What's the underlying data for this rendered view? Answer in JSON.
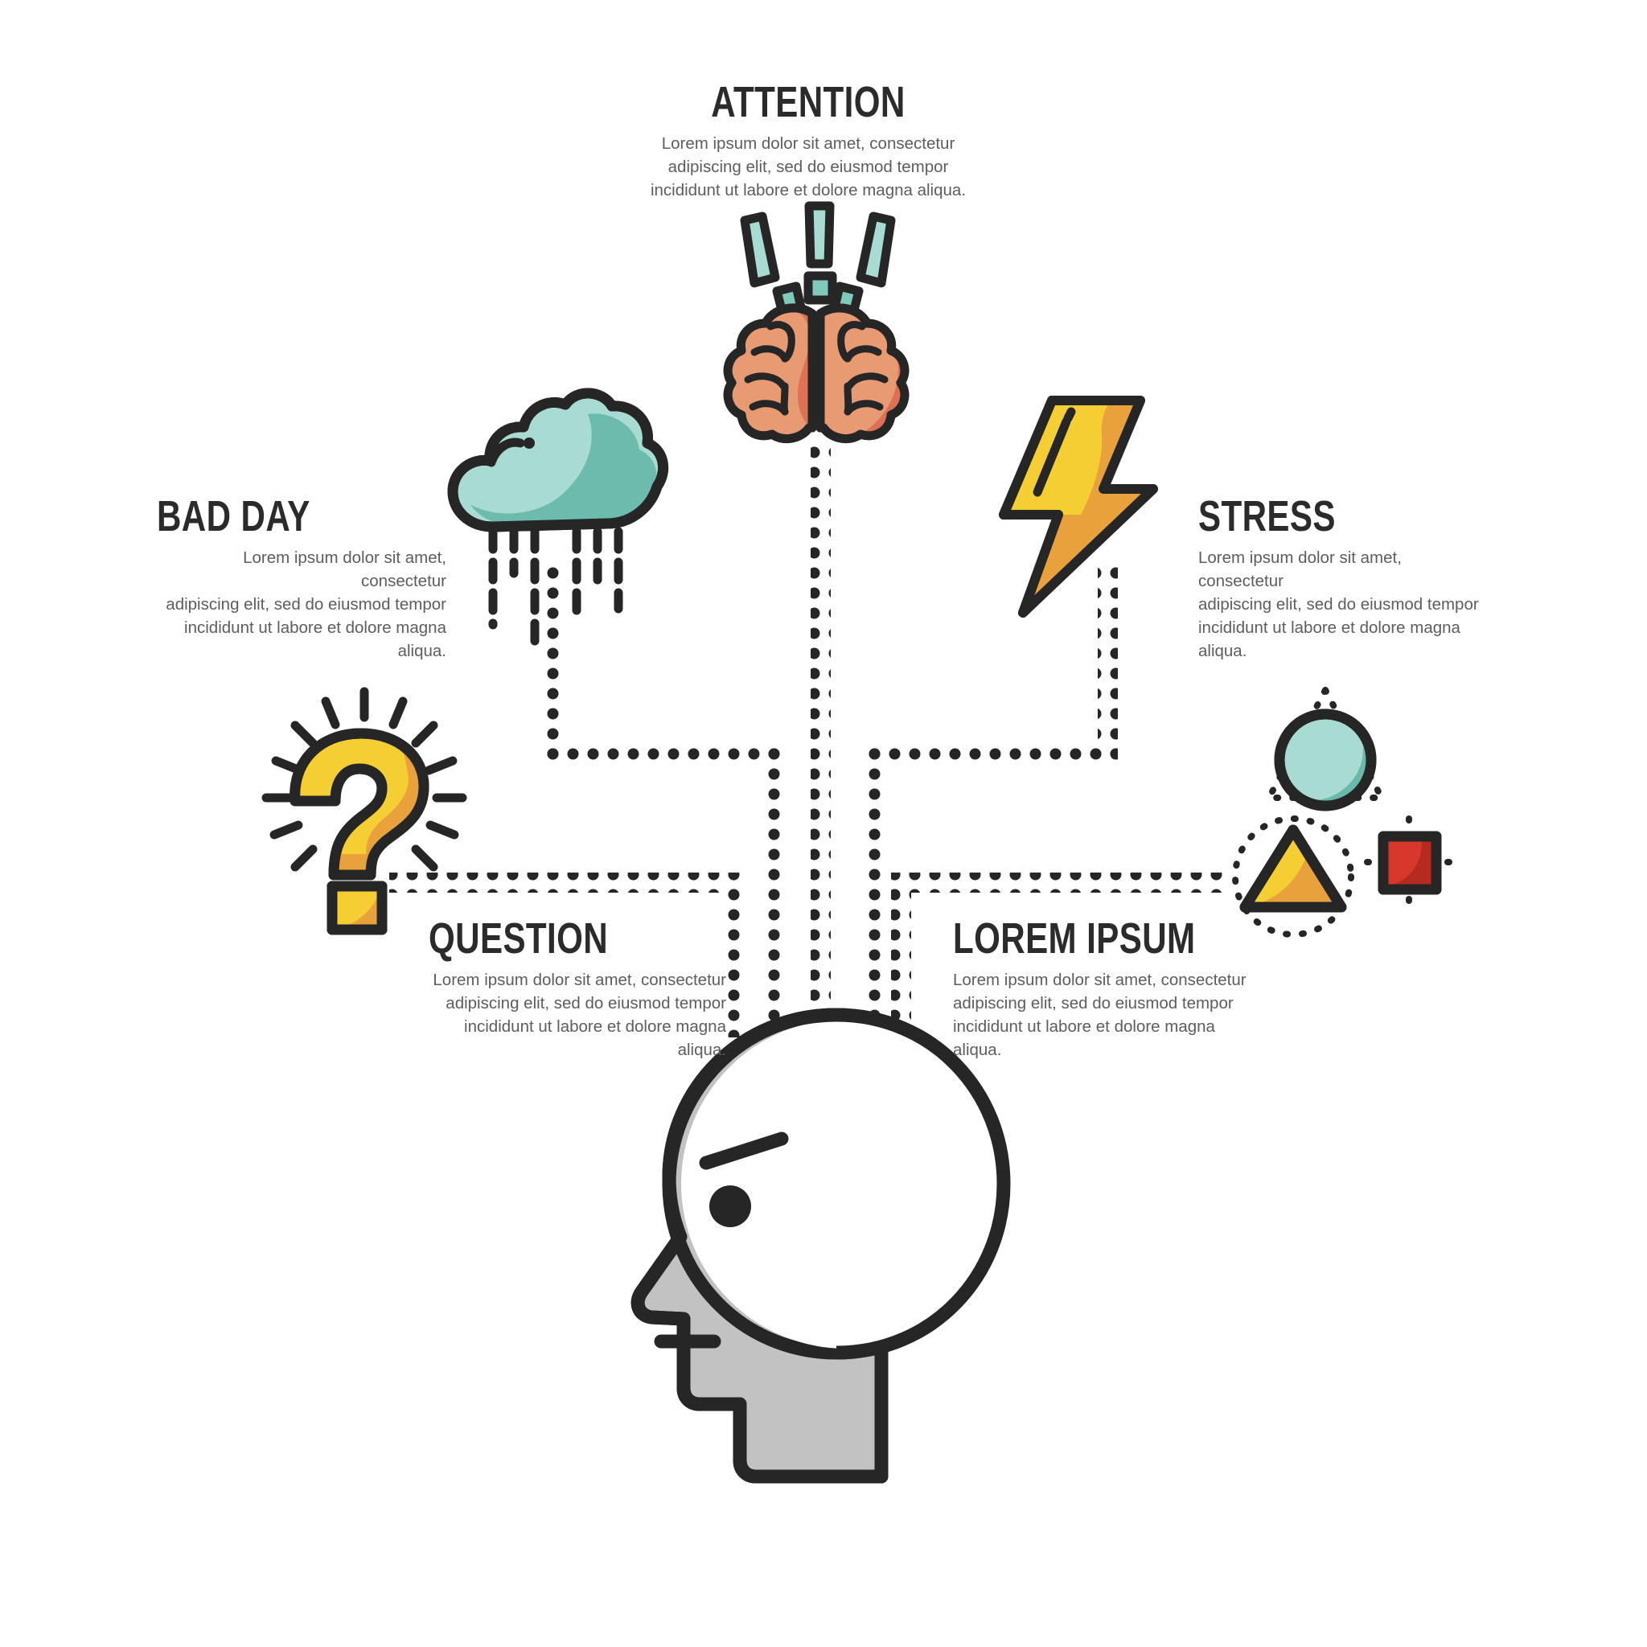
{
  "page": {
    "background": "#ffffff",
    "body_text": "Lorem ipsum dolor sit amet, consectetur\nadipiscing elit, sed do eiusmod tempor\nincididunt ut labore et dolore magna aliqua."
  },
  "palette": {
    "outline": "#262626",
    "teal_light": "#A8DCD2",
    "teal": "#7FC9BB",
    "teal_dark": "#63B5A6",
    "coral": "#E89A73",
    "coral_dark": "#D9654A",
    "yellow": "#F5CE33",
    "orange": "#E9A13C",
    "red": "#D8372B",
    "red_dark": "#B62B20",
    "gray_head": "#C2C2C2",
    "white": "#FFFFFF",
    "text_title": "#2b2b2b",
    "text_body": "#5d5d5d"
  },
  "sections": [
    {
      "id": "attention",
      "title": "ATTENTION",
      "body": "Lorem ipsum dolor sit amet, consectetur\nadipiscing elit, sed do eiusmod tempor\nincididunt ut labore et dolore magna aliqua.",
      "icon": "brain-with-exclamations-icon",
      "align": "center"
    },
    {
      "id": "bad-day",
      "title": "BAD DAY",
      "body": "Lorem ipsum dolor sit amet, consectetur\nadipiscing elit, sed do eiusmod tempor\nincididunt ut labore et dolore magna aliqua.",
      "icon": "rain-cloud-icon",
      "align": "right"
    },
    {
      "id": "stress",
      "title": "STRESS",
      "body": "Lorem ipsum dolor sit amet, consectetur\nadipiscing elit, sed do eiusmod tempor\nincididunt ut labore et dolore magna aliqua.",
      "icon": "lightning-bolt-icon",
      "align": "left"
    },
    {
      "id": "question",
      "title": "QUESTION",
      "body": "Lorem ipsum dolor sit amet, consectetur\nadipiscing elit, sed do eiusmod tempor\nincididunt ut labore et dolore magna aliqua.",
      "icon": "question-mark-icon",
      "align": "left"
    },
    {
      "id": "lorem-ipsum",
      "title": "LOREM IPSUM",
      "body": "Lorem ipsum dolor sit amet, consectetur\nadipiscing elit, sed do eiusmod tempor\nincididunt ut labore et dolore magna aliqua.",
      "icon": "geometric-shapes-icon",
      "align": "left"
    }
  ],
  "figure": {
    "name": "human-head-profile",
    "fill": "#C2C2C2",
    "face_circle_fill": "#FFFFFF"
  },
  "connectors": {
    "dot_color": "#262626",
    "dot_radius": 7,
    "dot_spacing": 25,
    "description": "dotted elbow routes from each icon converging into the top of the head"
  }
}
